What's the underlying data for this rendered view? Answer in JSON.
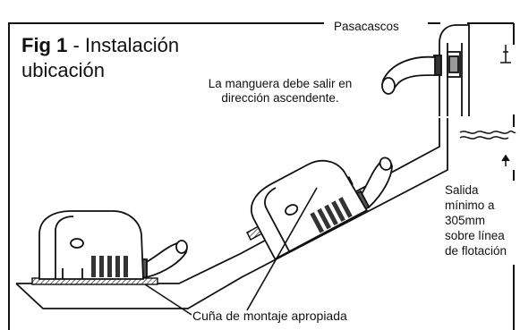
{
  "figure": {
    "title_prefix": "Fig 1",
    "title_suffix": " - Instalación",
    "title_line2": "ubicación"
  },
  "labels": {
    "thru_hull": "Pasacascos",
    "hose_line1": "La manguera debe salir en",
    "hose_line2": "dirección ascendente.",
    "outlet_line1": "Salida",
    "outlet_line2": "mínimo a",
    "outlet_line3": "305mm",
    "outlet_line4": "sobre línea",
    "outlet_line5": "de flotación",
    "mounting_wedge": "Cuña de montaje apropiada"
  },
  "colors": {
    "ink": "#111111",
    "hatch_fill": "#9a9a9a",
    "background": "#ffffff"
  }
}
